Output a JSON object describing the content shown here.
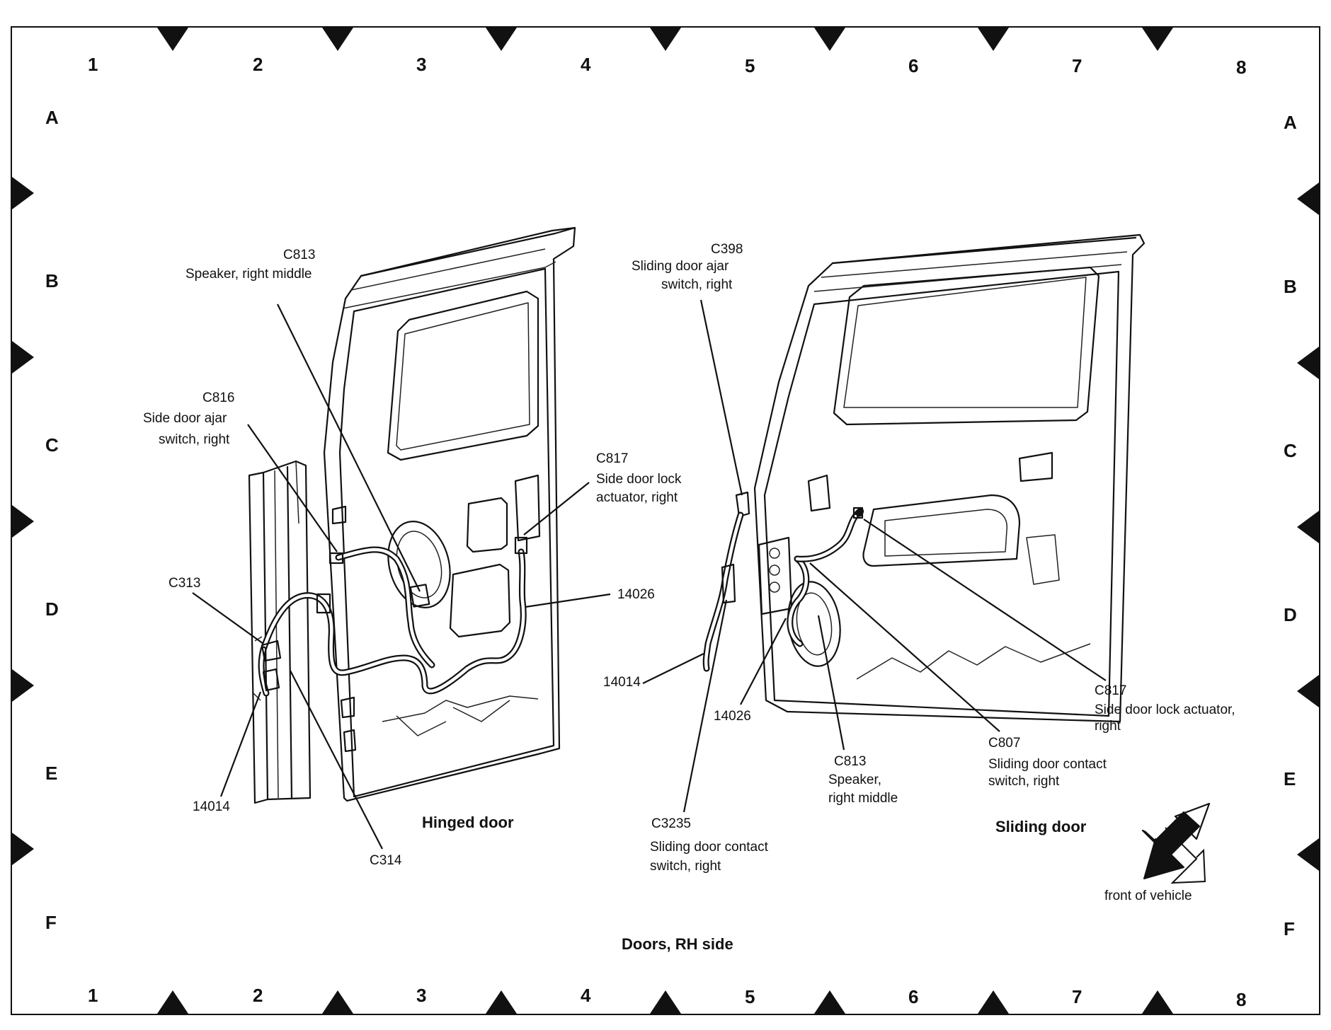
{
  "grid": {
    "columns": [
      "1",
      "2",
      "3",
      "4",
      "5",
      "6",
      "7",
      "8"
    ],
    "rows": [
      "A",
      "B",
      "C",
      "D",
      "E",
      "F"
    ]
  },
  "titles": {
    "hinged_door": "Hinged door",
    "sliding_door": "Sliding door",
    "diagram": "Doors, RH side"
  },
  "labels": {
    "c813_hinged_id": "C813",
    "c813_hinged_desc": "Speaker, right middle",
    "c816_id": "C816",
    "c816_desc_1": "Side door ajar",
    "c816_desc_2": "switch, right",
    "c817_hinged_id": "C817",
    "c817_hinged_desc_1": "Side  door lock",
    "c817_hinged_desc_2": "actuator, right",
    "c313": "C313",
    "c314": "C314",
    "h14014_hinged": "14014",
    "h14026_hinged": "14026",
    "c398_id": "C398",
    "c398_desc_1": "Sliding door ajar",
    "c398_desc_2": "switch, right",
    "h14014_sliding": "14014",
    "h14026_sliding": "14026",
    "c3235_id": "C3235",
    "c3235_desc_1": "Sliding door contact",
    "c3235_desc_2": "switch, right",
    "c813_sliding_id": "C813",
    "c813_sliding_desc_1": "Speaker,",
    "c813_sliding_desc_2": "right middle",
    "c807_id": "C807",
    "c807_desc_1": "Sliding door contact",
    "c807_desc_2": "switch, right",
    "c817_sliding_id": "C817",
    "c817_sliding_desc_1": "Side door lock actuator,",
    "c817_sliding_desc_2": "right",
    "front_of_vehicle": "front of vehicle"
  },
  "icons": {
    "direction_arrow": "arrow-down-left-icon"
  }
}
